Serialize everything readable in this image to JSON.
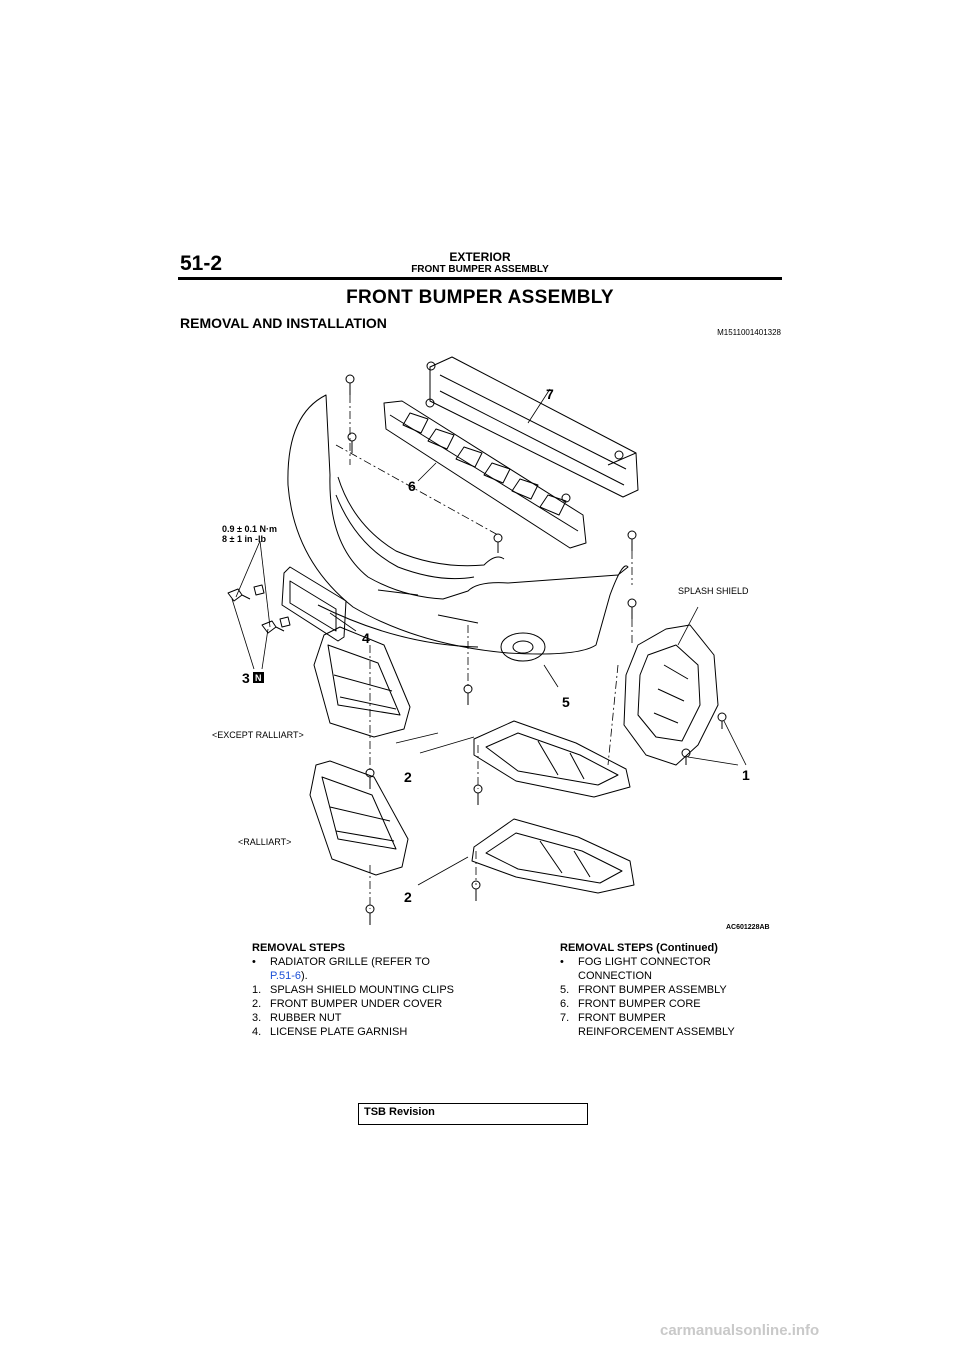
{
  "header": {
    "page_number": "51-2",
    "section": "EXTERIOR",
    "subsection": "FRONT BUMPER ASSEMBLY"
  },
  "title": "FRONT BUMPER ASSEMBLY",
  "section_heading": "REMOVAL AND INSTALLATION",
  "doc_id": "M1511001401328",
  "figure": {
    "torque_line1": "0.9 ± 0.1 N·m",
    "torque_line2": "8 ± 1 in -lb",
    "splash_shield_label": "SPLASH SHIELD",
    "variant_except": "<EXCEPT RALLIART>",
    "variant_ralliart": "<RALLIART>",
    "callout_1": "1",
    "callout_2a": "2",
    "callout_2b": "2",
    "callout_3": "3",
    "callout_3_badge": "N",
    "callout_4": "4",
    "callout_5": "5",
    "callout_6": "6",
    "callout_7": "7",
    "figure_code": "AC601228AB"
  },
  "removal_steps": {
    "heading": "REMOVAL STEPS",
    "bullet": "•",
    "pre_step_text": "RADIATOR GRILLE (REFER TO",
    "pre_step_link": "P.51-6",
    "pre_step_suffix": ").",
    "items": [
      {
        "num": "1.",
        "text": "SPLASH SHIELD MOUNTING CLIPS"
      },
      {
        "num": "2.",
        "text": "FRONT BUMPER UNDER COVER"
      },
      {
        "num": "3.",
        "text": "RUBBER NUT"
      },
      {
        "num": "4.",
        "text": "LICENSE PLATE GARNISH"
      }
    ]
  },
  "removal_steps_continued": {
    "heading": "REMOVAL STEPS (Continued)",
    "bullet": "•",
    "pre_step_line1": "FOG LIGHT CONNECTOR",
    "pre_step_line2": "CONNECTION",
    "items": [
      {
        "num": "5.",
        "text": "FRONT BUMPER ASSEMBLY"
      },
      {
        "num": "6.",
        "text": "FRONT BUMPER CORE"
      },
      {
        "num": "7.",
        "line1": "FRONT BUMPER",
        "line2": "REINFORCEMENT ASSEMBLY"
      }
    ]
  },
  "footer": {
    "tsb_label": "TSB Revision",
    "watermark": "carmanualsonline.info"
  }
}
